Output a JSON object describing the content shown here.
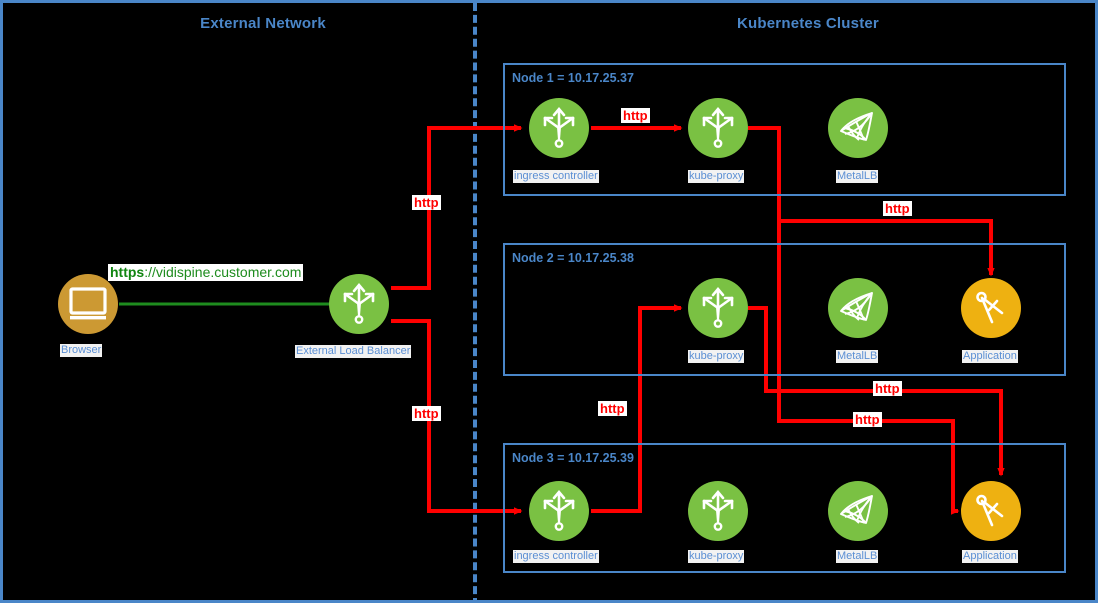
{
  "diagram": {
    "title_external": "External Network",
    "title_cluster": "Kubernetes Cluster",
    "colors": {
      "background": "#000000",
      "frame_blue": "#4a86c8",
      "label_blue": "#5b8fd4",
      "green_node": "#7ac143",
      "orange_node": "#eeb111",
      "brown_node": "#cc9933",
      "flow_red": "#ff0000",
      "flow_green": "#1e8c1e"
    }
  },
  "external": {
    "browser": {
      "caption": "Browser",
      "icon": "monitor-icon"
    },
    "load_balancer": {
      "caption": "External Load Balancer",
      "icon": "load-balancer-icon"
    },
    "url_protocol": "https",
    "url_rest": "://vidispine.customer.com"
  },
  "nodes": [
    {
      "id": "node1",
      "label": "Node 1 = 10.17.25.37",
      "components": [
        {
          "caption": "ingress controller",
          "icon": "load-balancer-icon",
          "color": "green"
        },
        {
          "caption": "kube-proxy",
          "icon": "load-balancer-icon",
          "color": "green"
        },
        {
          "caption": "MetalLB",
          "icon": "mesh-net-icon",
          "color": "green"
        }
      ]
    },
    {
      "id": "node2",
      "label": "Node 2 = 10.17.25.38",
      "components": [
        {
          "caption": "kube-proxy",
          "icon": "load-balancer-icon",
          "color": "green"
        },
        {
          "caption": "MetalLB",
          "icon": "mesh-net-icon",
          "color": "green"
        },
        {
          "caption": "Application",
          "icon": "compass-icon",
          "color": "orange"
        }
      ]
    },
    {
      "id": "node3",
      "label": "Node 3 = 10.17.25.39",
      "components": [
        {
          "caption": "ingress controller",
          "icon": "load-balancer-icon",
          "color": "green"
        },
        {
          "caption": "kube-proxy",
          "icon": "load-balancer-icon",
          "color": "green"
        },
        {
          "caption": "MetalLB",
          "icon": "mesh-net-icon",
          "color": "green"
        },
        {
          "caption": "Application",
          "icon": "compass-icon",
          "color": "orange"
        }
      ]
    }
  ],
  "edge_labels": {
    "lb_to_node1": "http",
    "lb_to_node3": "http",
    "ingress1_to_proxy1": "http",
    "proxy1_to_app2": "http",
    "ingress3_to_proxy2": "http",
    "proxy2_to_app3": "http",
    "proxy1_to_app3": "http"
  }
}
